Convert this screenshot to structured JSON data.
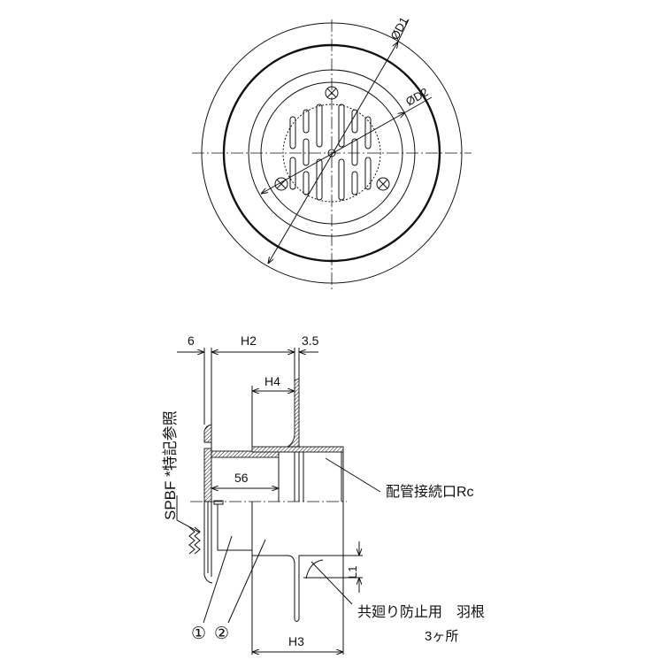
{
  "top_view": {
    "dim_d1": "ØD1",
    "dim_d2": "ØD2"
  },
  "side_view": {
    "dim_6": "6",
    "dim_h2": "H2",
    "dim_3_5": "3.5",
    "dim_h4": "H4",
    "dim_56": "56",
    "dim_h3": "H3",
    "dim_l1": "L1",
    "label_spbf": "SPBF *特記参照",
    "label_pipe": "配管接続口Rc",
    "label_vane": "共廻り防止用　羽根",
    "label_vane_count": "3ヶ所",
    "part_1": "①",
    "part_2": "②"
  }
}
